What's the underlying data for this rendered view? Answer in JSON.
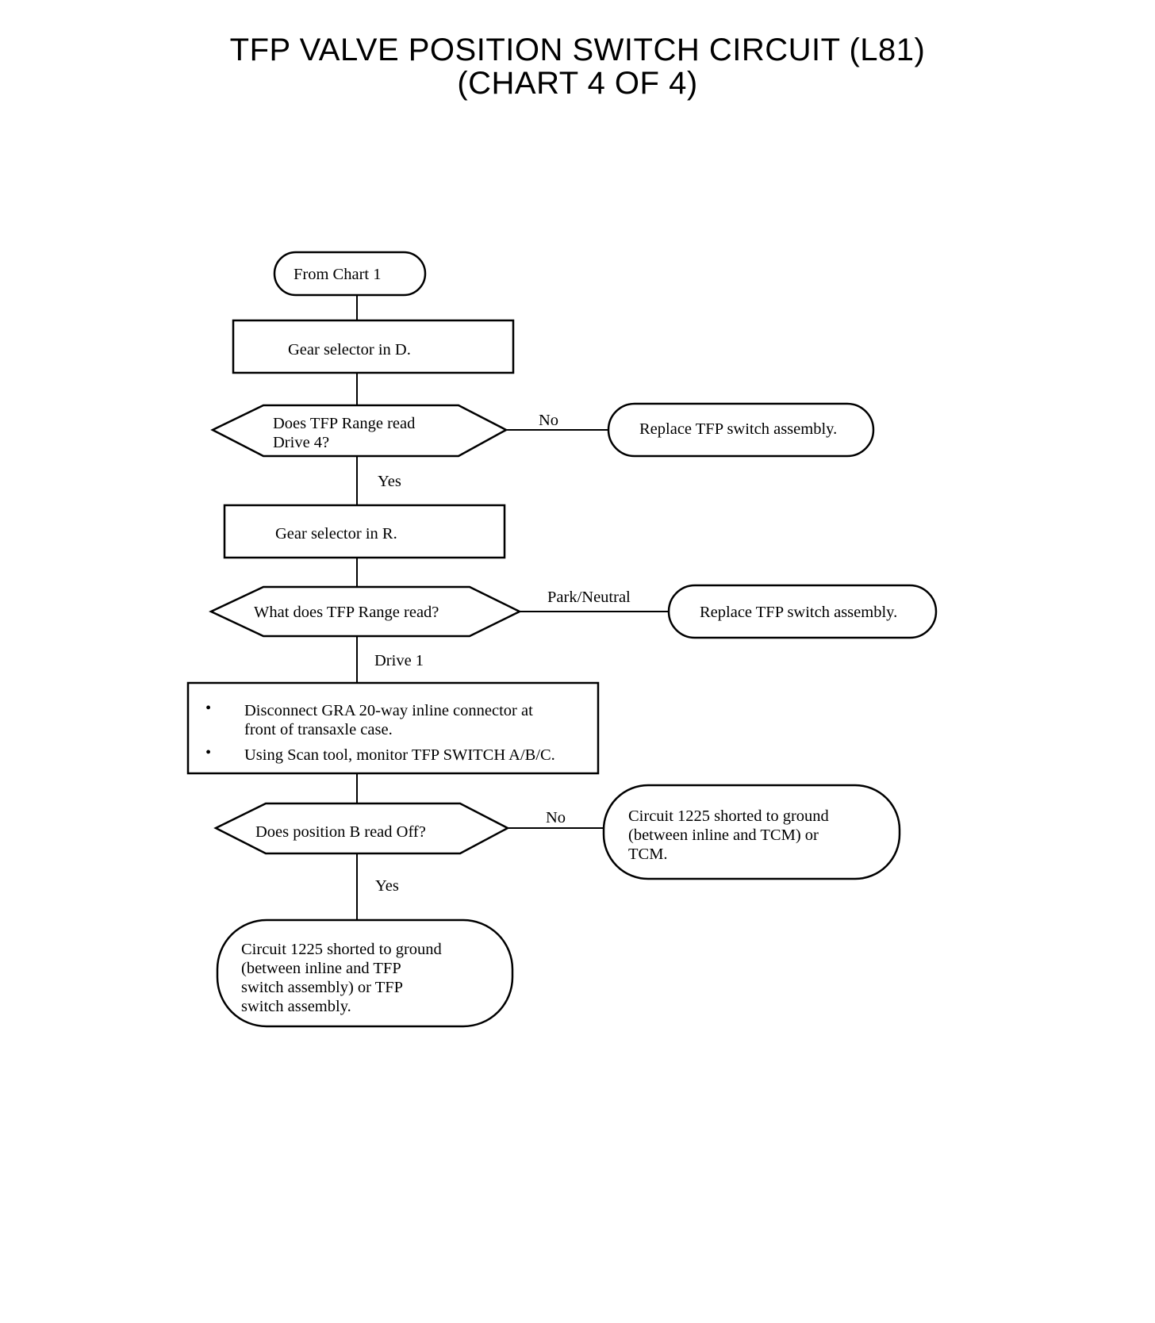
{
  "title": {
    "line1": "TFP VALVE POSITION SWITCH CIRCUIT (L81)",
    "line2": "(CHART 4 OF 4)"
  },
  "nodes": {
    "start": "From Chart 1",
    "step1": "Gear selector in D.",
    "decision1": [
      "Does TFP Range read",
      "Drive 4?"
    ],
    "result1": "Replace TFP switch assembly.",
    "step2": "Gear selector in R.",
    "decision2": "What does TFP Range read?",
    "result2": "Replace TFP switch assembly.",
    "step3": {
      "bullet": "•",
      "item1": [
        "Disconnect GRA 20-way inline connector at",
        "front of transaxle case."
      ],
      "item2": "Using Scan tool, monitor TFP SWITCH  A/B/C."
    },
    "decision3": "Does position B read Off?",
    "result3": [
      "Circuit 1225 shorted to ground",
      "(between inline and TCM) or",
      "TCM."
    ],
    "result4": [
      "Circuit 1225 shorted to ground",
      "(between inline and TFP",
      "switch assembly) or TFP",
      "switch assembly."
    ]
  },
  "edges": {
    "d1_no": "No",
    "d1_yes": "Yes",
    "d2_park": "Park/Neutral",
    "d2_drive": "Drive 1",
    "d3_no": "No",
    "d3_yes": "Yes"
  }
}
